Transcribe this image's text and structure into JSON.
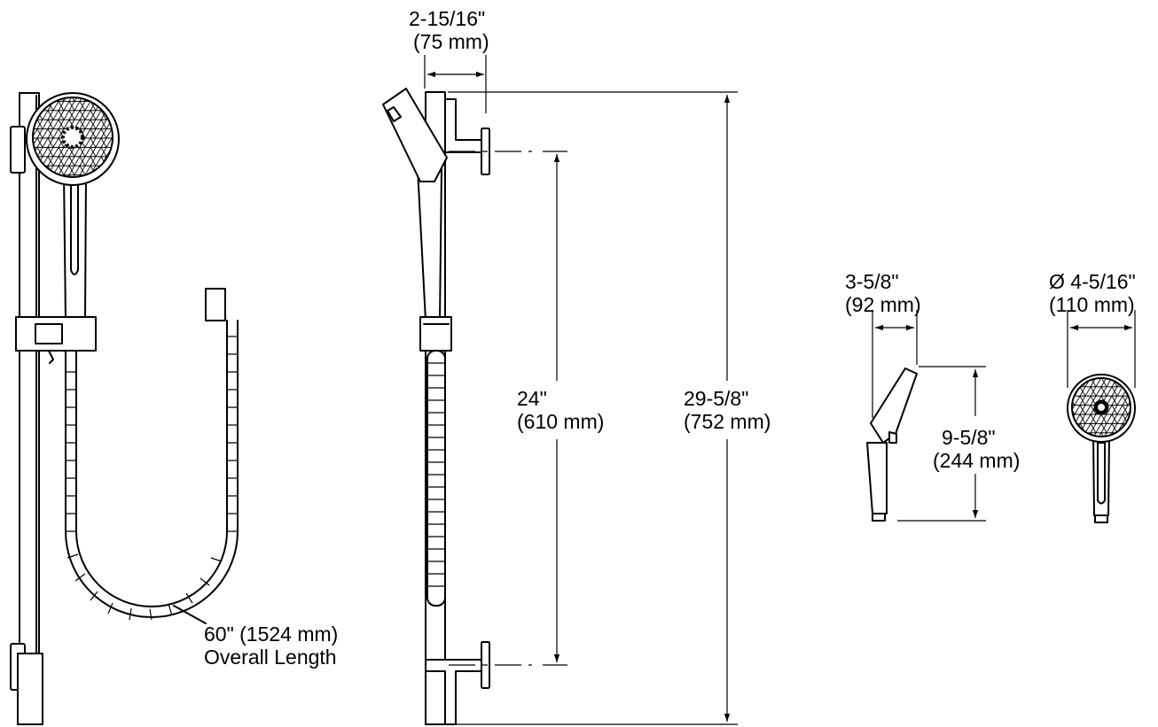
{
  "dimensions": {
    "arm_offset": {
      "imperial": "2-15/16\"",
      "metric": "(75 mm)"
    },
    "bar_spacing": {
      "imperial": "24\"",
      "metric": "(610 mm)"
    },
    "overall_height": {
      "imperial": "29-5/8\"",
      "metric": "(752 mm)"
    },
    "handshower_depth": {
      "imperial": "3-5/8\"",
      "metric": "(92 mm)"
    },
    "handshower_diameter": {
      "imperial": "Ø 4-5/16\"",
      "metric": "(110 mm)"
    },
    "handshower_height": {
      "imperial": "9-5/8\"",
      "metric": "(244 mm)"
    },
    "hose_length": {
      "imperial": "60\" (1524 mm)",
      "caption": "Overall Length"
    }
  }
}
